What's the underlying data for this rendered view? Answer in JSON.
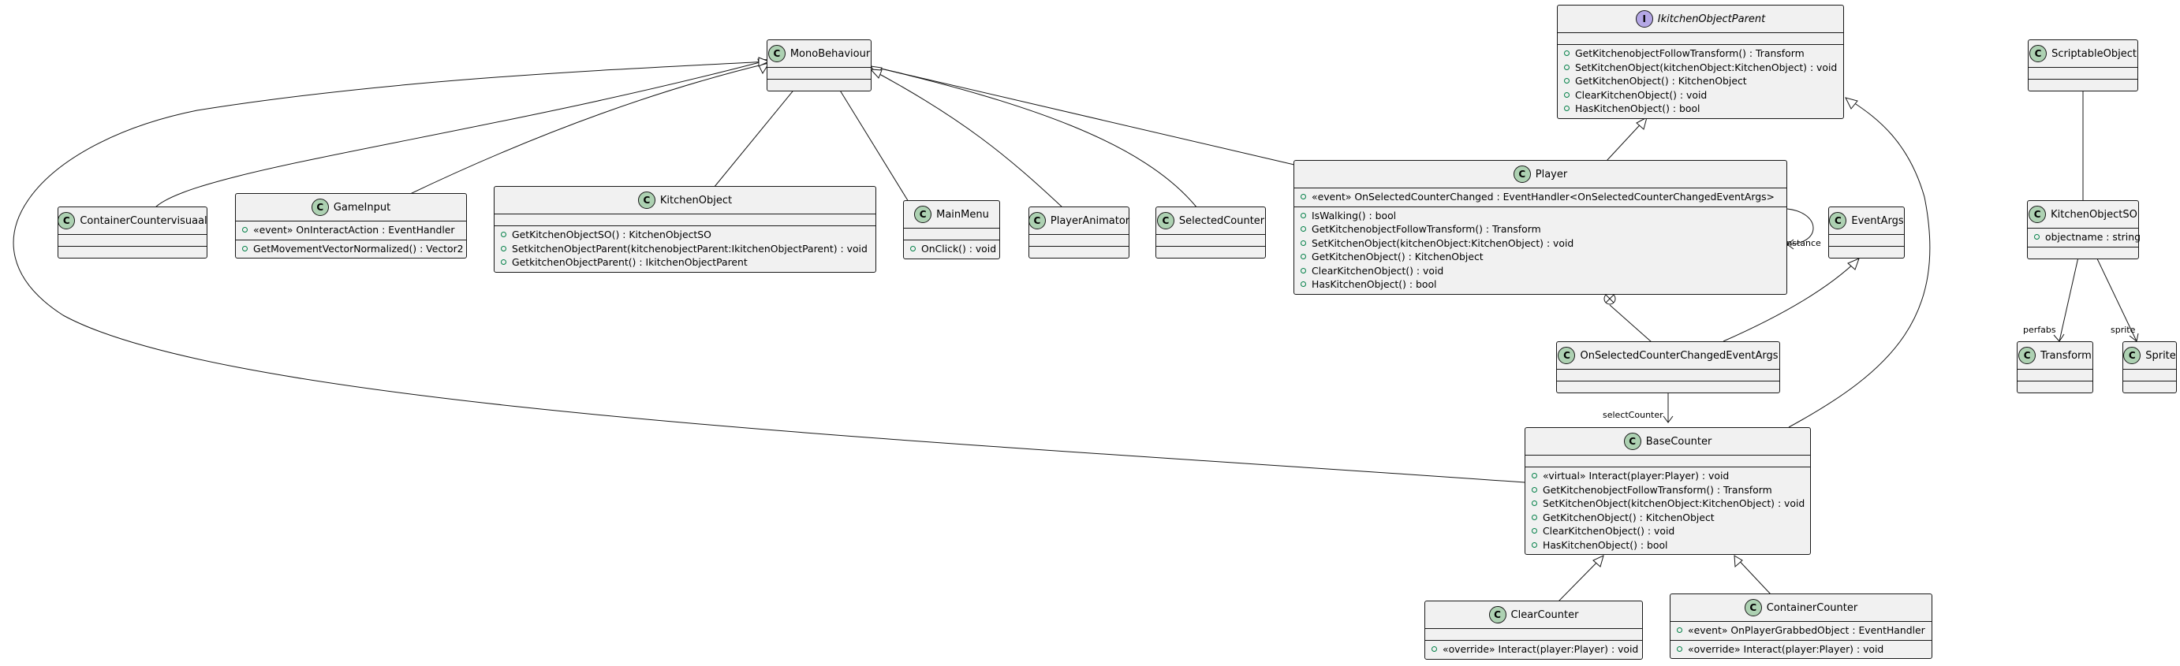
{
  "classes": {
    "monobehaviour": {
      "name": "MonoBehaviour",
      "badge": "C"
    },
    "ikitchenobjectparent": {
      "name": "IkitchenObjectParent",
      "badge": "I",
      "methods": [
        "GetKitchenobjectFollowTransform() : Transform",
        "SetKitchenObject(kitchenObject:KitchenObject) : void",
        "GetKitchenObject() : KitchenObject",
        "ClearKitchenObject() : void",
        "HasKitchenObject() : bool"
      ]
    },
    "scriptableobject": {
      "name": "ScriptableObject",
      "badge": "C"
    },
    "containercountervisuaal": {
      "name": "ContainerCountervisuaal",
      "badge": "C"
    },
    "gameinput": {
      "name": "GameInput",
      "badge": "C",
      "fields": [
        "«event» OnInteractAction : EventHandler"
      ],
      "methods": [
        "GetMovementVectorNormalized() : Vector2"
      ]
    },
    "kitchenobject": {
      "name": "KitchenObject",
      "badge": "C",
      "methods": [
        "GetKitchenObjectSO() : KitchenObjectSO",
        "SetkitchenObjectParent(kitchenobjectParent:IkitchenObjectParent) : void",
        "GetkitchenObjectParent() : IkitchenObjectParent"
      ]
    },
    "mainmenu": {
      "name": "MainMenu",
      "badge": "C",
      "methods": [
        "OnClick() : void"
      ]
    },
    "playeranimator": {
      "name": "PlayerAnimator",
      "badge": "C"
    },
    "selectedcounter": {
      "name": "SelectedCounter",
      "badge": "C"
    },
    "player": {
      "name": "Player",
      "badge": "C",
      "fields": [
        "«event» OnSelectedCounterChanged : EventHandler<OnSelectedCounterChangedEventArgs>"
      ],
      "methods": [
        "IsWalking() : bool",
        "GetKitchenobjectFollowTransform() : Transform",
        "SetKitchenObject(kitchenObject:KitchenObject) : void",
        "GetKitchenObject() : KitchenObject",
        "ClearKitchenObject() : void",
        "HasKitchenObject() : bool"
      ]
    },
    "eventargs": {
      "name": "EventArgs",
      "badge": "C"
    },
    "kitchenobjectso": {
      "name": "KitchenObjectSO",
      "badge": "C",
      "fields": [
        "objectname : string"
      ]
    },
    "onselectedcounterchangedeventargs": {
      "name": "OnSelectedCounterChangedEventArgs",
      "badge": "C"
    },
    "transform": {
      "name": "Transform",
      "badge": "C"
    },
    "sprite": {
      "name": "Sprite",
      "badge": "C"
    },
    "basecounter": {
      "name": "BaseCounter",
      "badge": "C",
      "methods": [
        "«virtual» Interact(player:Player) : void",
        "GetKitchenobjectFollowTransform() : Transform",
        "SetKitchenObject(kitchenObject:KitchenObject) : void",
        "GetKitchenObject() : KitchenObject",
        "ClearKitchenObject() : void",
        "HasKitchenObject() : bool"
      ]
    },
    "clearcounter": {
      "name": "ClearCounter",
      "badge": "C",
      "methods": [
        "«override» Interact(player:Player) : void"
      ]
    },
    "containercounter": {
      "name": "ContainerCounter",
      "badge": "C",
      "fields": [
        "«event» OnPlayerGrabbedObject : EventHandler"
      ],
      "methods": [
        "«override» Interact(player:Player) : void"
      ]
    }
  },
  "edge_labels": {
    "instance": "Instance",
    "perfabs": "perfabs",
    "sprite": "sprite",
    "selectcounter": "selectCounter"
  },
  "colors": {
    "box_fill": "#f1f1f1",
    "border": "#181818",
    "class_badge": "#add1b2",
    "interface_badge": "#b4a7e5",
    "visibility_public": "#038048"
  }
}
